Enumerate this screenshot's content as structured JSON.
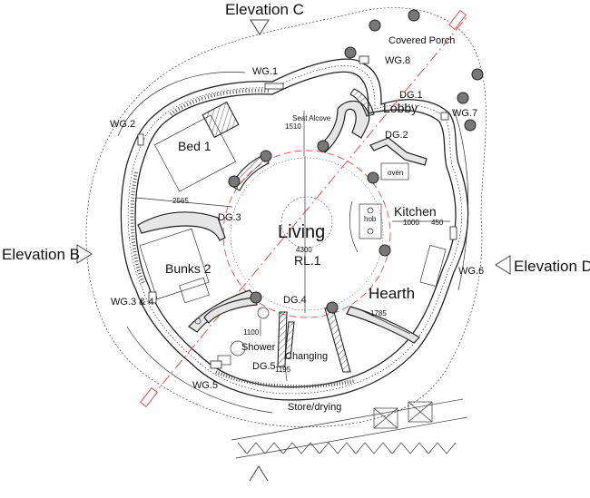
{
  "elevations": {
    "c": "Elevation C",
    "b": "Elevation B",
    "d": "Elevation D"
  },
  "rooms": {
    "living": "Living",
    "level": "RL.1",
    "bed1": "Bed 1",
    "bunks2": "Bunks 2",
    "kitchen": "Kitchen",
    "hearth": "Hearth",
    "lobby": "Lobby",
    "covered_porch": "Covered Porch",
    "seat_alcove": "Seat Alcove",
    "shower": "Shower",
    "changing": "Changing",
    "store_drying": "Store/drying",
    "oven": "oven",
    "hob": "hob"
  },
  "openings": {
    "wg1": "WG.1",
    "wg2": "WG.2",
    "wg34": "WG.3 & 4",
    "wg5": "WG.5",
    "wg6": "WG.6",
    "wg7": "WG.7",
    "wg8": "WG.8",
    "dg1": "DG.1",
    "dg2": "DG.2",
    "dg3": "DG.3",
    "dg4": "DG.4",
    "dg5": "DG.5"
  },
  "dimensions": {
    "d1510": "1510",
    "d2565": "2565",
    "d4300": "4300",
    "d1000": "1000",
    "d450": "450",
    "d1785": "1785",
    "d1100": "1100",
    "d1195": "1195"
  }
}
